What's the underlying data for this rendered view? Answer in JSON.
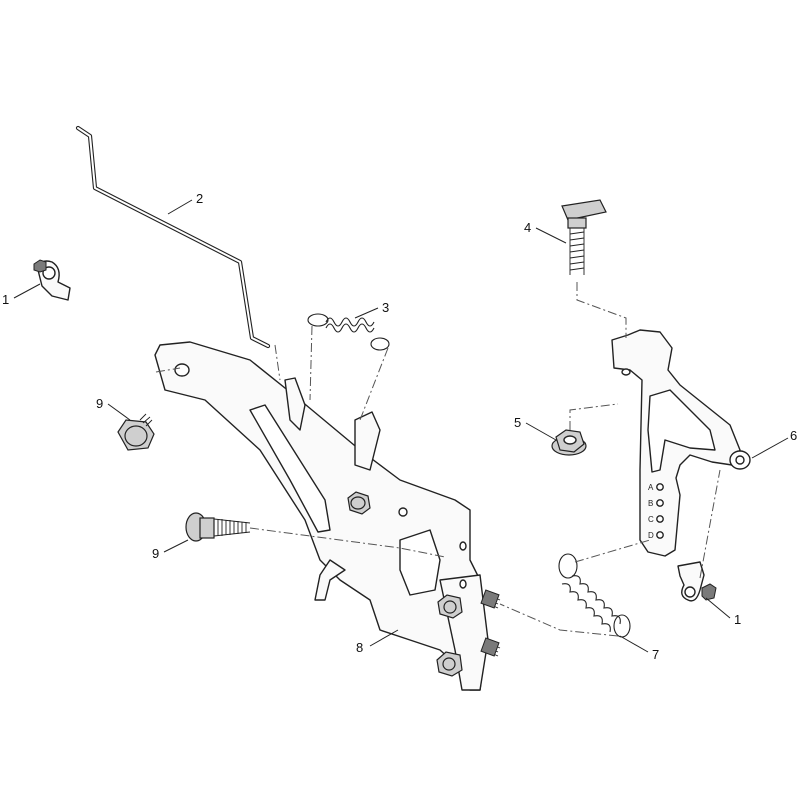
{
  "callouts": {
    "c1a": "1",
    "c2": "2",
    "c3": "3",
    "c4": "4",
    "c5": "5",
    "c6": "6",
    "c7": "7",
    "c8": "8",
    "c9a": "9",
    "c9b": "9",
    "c1b": "1"
  },
  "bracket_letters": [
    "A",
    "B",
    "C",
    "D"
  ]
}
